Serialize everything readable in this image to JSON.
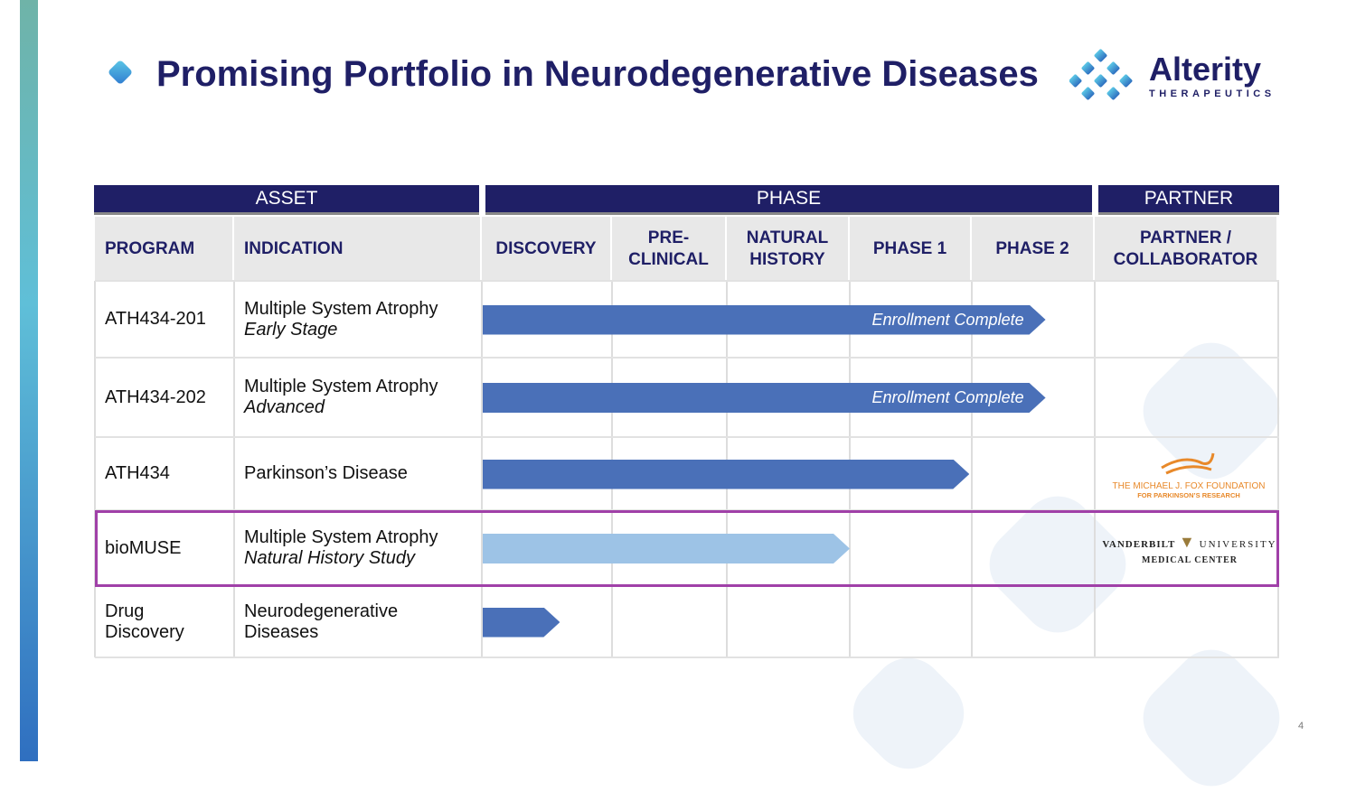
{
  "title": "Promising Portfolio in Neurodegenerative Diseases",
  "logo": {
    "name": "Alterity",
    "tagline": "THERAPEUTICS"
  },
  "group_headers": [
    "ASSET",
    "PHASE",
    "PARTNER"
  ],
  "columns": [
    "PROGRAM",
    "INDICATION",
    "DISCOVERY",
    "PRE-\nCLINICAL",
    "NATURAL\nHISTORY",
    "PHASE 1",
    "PHASE 2",
    "PARTNER /\nCOLLABORATOR"
  ],
  "rows": [
    {
      "program": "ATH434-201",
      "indication": "Multiple System Atrophy",
      "detail": "Early Stage",
      "bar_label": "Enrollment Complete",
      "progress_phases": 4.6,
      "bar_color": "#4a70b8"
    },
    {
      "program": "ATH434-202",
      "indication": "Multiple System Atrophy",
      "detail": "Advanced",
      "bar_label": "Enrollment Complete",
      "progress_phases": 4.6,
      "bar_color": "#4a70b8"
    },
    {
      "program": "ATH434",
      "indication": "Parkinson’s Disease",
      "detail": "",
      "bar_label": "",
      "progress_phases": 3.98,
      "bar_color": "#4a70b8",
      "partner": {
        "line1": "THE MICHAEL J. FOX FOUNDATION",
        "line2": "FOR PARKINSON’S RESEARCH"
      }
    },
    {
      "program": "bioMUSE",
      "indication": "Multiple System Atrophy",
      "detail": "Natural History Study",
      "bar_label": "",
      "progress_phases": 3.0,
      "bar_color": "#9dc3e6",
      "partner": {
        "line1": "VANDERBILT",
        "line1b": "UNIVERSITY",
        "line2": "MEDICAL CENTER"
      }
    },
    {
      "program": "Drug\nDiscovery",
      "indication": "Neurodegenerative\nDiseases",
      "detail": "",
      "bar_label": "",
      "progress_phases": 0.6,
      "bar_color": "#4a70b8"
    }
  ],
  "page_number": "4"
}
